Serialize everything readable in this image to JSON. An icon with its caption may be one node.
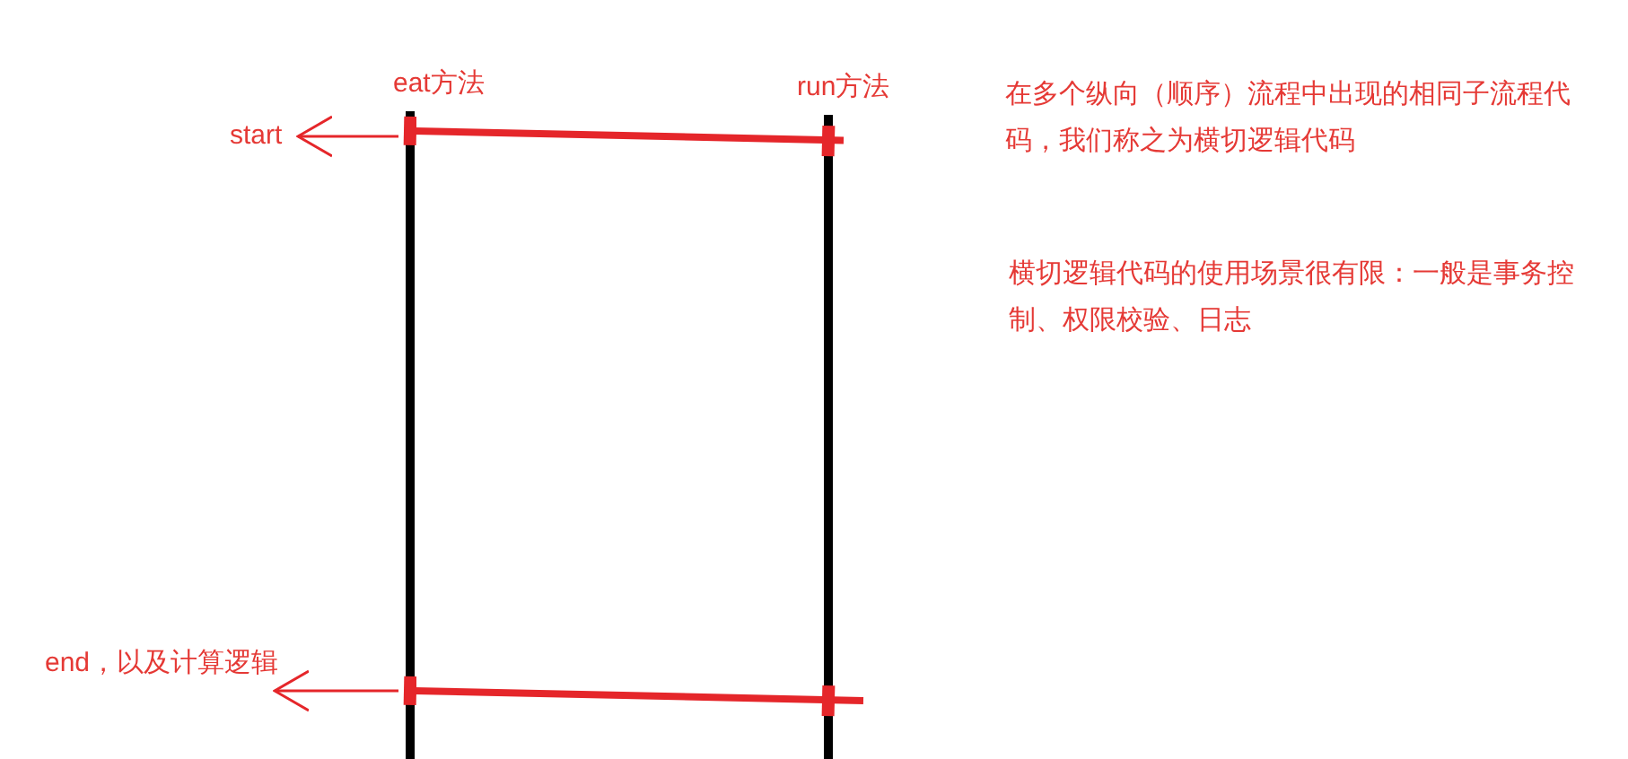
{
  "diagram": {
    "nodes": [
      {
        "text": [],
        "shape": "bar",
        "beside": [
          "eat方法"
        ]
      },
      {
        "text": [],
        "shape": "bar",
        "beside": [
          "run方法"
        ]
      },
      {
        "text": [
          "start"
        ]
      },
      {
        "text": [
          "end，以及计算逻辑"
        ]
      }
    ],
    "edges": [
      {
        "from": 0,
        "to": 1,
        "arrow": "other",
        "style": "thick"
      },
      {
        "from": 0,
        "to": 1,
        "arrow": "other",
        "style": "thick"
      },
      {
        "from": 0,
        "to": 2,
        "arrow": "to"
      },
      {
        "from": 0,
        "to": 3,
        "arrow": "to"
      }
    ],
    "labels": [
      "在多个纵向（顺序）流程中出现的相同子流程代码，我们称之为横切逻辑代码",
      "横切逻辑代码的使用场景很有限：一般是事务控制、权限校验、日志"
    ]
  }
}
